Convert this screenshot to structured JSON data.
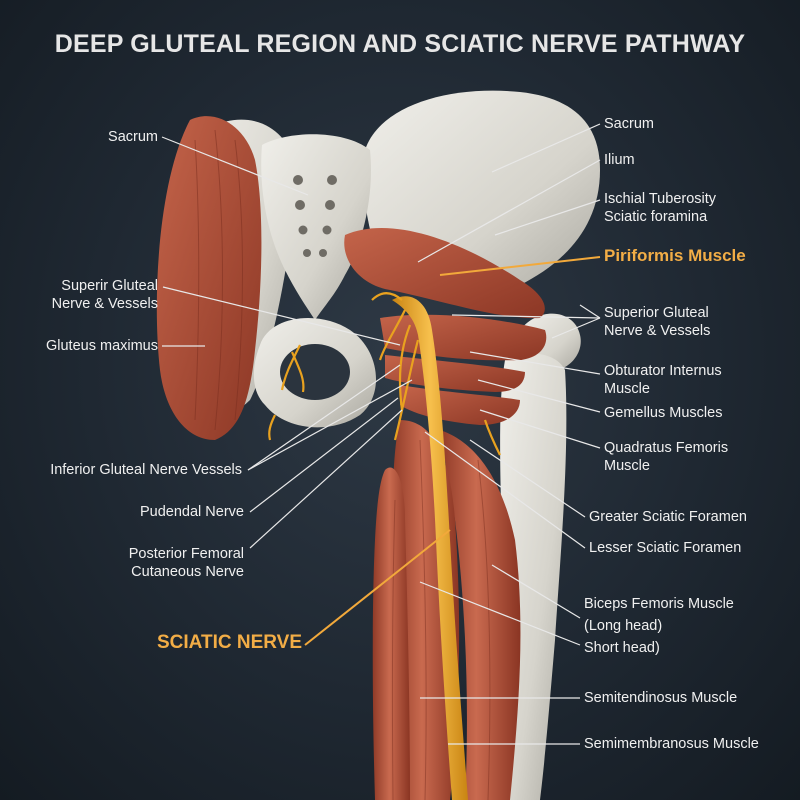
{
  "title": "DEEP GLUTEAL REGION AND SCIATIC NERVE PATHWAY",
  "labels": {
    "sacrum_left": "Sacrum",
    "superior_gluteal_left_1": "Superir Gluteal",
    "superior_gluteal_left_2": "Nerve & Vessels",
    "gluteus_maximus": "Gluteus maximus",
    "inferior_gluteal": "Inferior Gluteal Nerve Vessels",
    "pudendal": "Pudendal Nerve",
    "posterior_femoral_1": "Posterior Femoral",
    "posterior_femoral_2": "Cutaneous Nerve",
    "sciatic_nerve": "SCIATIC NERVE",
    "sacrum_right": "Sacrum",
    "ilium": "Ilium",
    "ischial_1": "Ischial Tuberosity",
    "ischial_2": "Sciatic foramina",
    "piriformis": "Piriformis Muscle",
    "superior_gluteal_right_1": "Superior Gluteal",
    "superior_gluteal_right_2": "Nerve & Vessels",
    "obturator_1": "Obturator Internus",
    "obturator_2": "Muscle",
    "gemellus": "Gemellus Muscles",
    "quadratus_1": "Quadratus Femoris",
    "quadratus_2": "Muscle",
    "greater_foramen": "Greater Sciatic Foramen",
    "lesser_foramen": "Lesser Sciatic Foramen",
    "biceps_1": "Biceps Femoris Muscle",
    "biceps_2": "(Long head)",
    "short_head": "Short head)",
    "semitendinosus": "Semitendinosus Muscle",
    "semimembranosus": "Semimembranosus Muscle"
  },
  "colors": {
    "accent_label": "#f2ad46",
    "nerve": "#e9a21f",
    "muscle": "#b5543b",
    "bone": "#dcdad2"
  }
}
